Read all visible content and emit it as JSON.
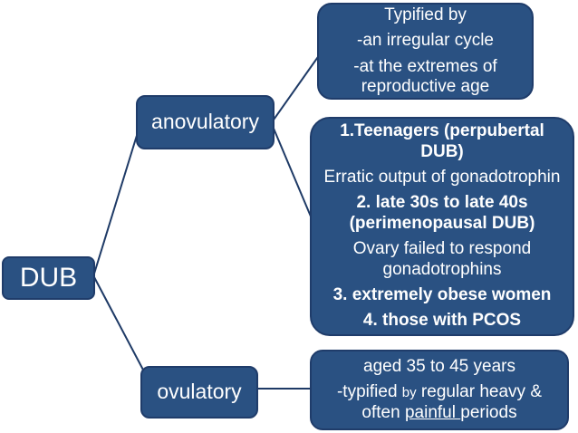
{
  "colors": {
    "background": "#FFFFFF",
    "box_fill": "#2A5182",
    "box_border": "#1F3C6A",
    "connector": "#1E3A66",
    "text": "#FFFFFF"
  },
  "root_node": {
    "label": "DUB"
  },
  "branch_nodes": {
    "anovulatory": {
      "label": "anovulatory"
    },
    "ovulatory": {
      "label": "ovulatory"
    }
  },
  "typified_box": {
    "paragraphs": [
      "Typified by",
      "-an irregular cycle",
      "-at the extremes of reproductive age"
    ]
  },
  "anovulatory_detail_box": {
    "paragraphs": [
      {
        "text": "1.Teenagers (perpubertal DUB)",
        "emphasis": "bold"
      },
      {
        "text": "Erratic output of gonadotrophin",
        "emphasis": "regular"
      },
      {
        "text": "2. late 30s to late 40s (perimenopausal DUB)",
        "emphasis": "bold"
      },
      {
        "text": "Ovary failed to respond gonadotrophins",
        "emphasis": "regular"
      },
      {
        "text": "3. extremely obese women",
        "emphasis": "bold"
      },
      {
        "text": "4. those with PCOS",
        "emphasis": "bold"
      }
    ]
  },
  "ovulatory_detail_box": {
    "line1": "aged 35 to 45 years",
    "line2": {
      "part1": "-typified ",
      "small_word": "by",
      "part2": " regular heavy & often ",
      "underlined_word": "painful ",
      "part3": "periods"
    }
  }
}
